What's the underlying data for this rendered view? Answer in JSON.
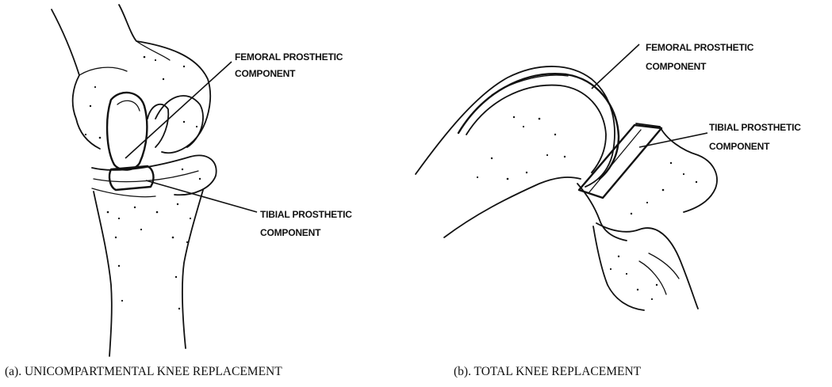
{
  "diagram": {
    "left": {
      "femoral_label_line1": "FEMORAL PROSTHETIC",
      "femoral_label_line2": "COMPONENT",
      "tibial_label_line1": "TIBIAL PROSTHETIC",
      "tibial_label_line2": "COMPONENT",
      "caption": "(a). UNICOMPARTMENTAL KNEE REPLACEMENT"
    },
    "right": {
      "femoral_label_line1": "FEMORAL PROSTHETIC",
      "femoral_label_line2": "COMPONENT",
      "tibial_label_line1": "TIBIAL PROSTHETIC",
      "tibial_label_line2": "COMPONENT",
      "caption": "(b). TOTAL KNEE REPLACEMENT"
    }
  },
  "colors": {
    "ink": "#111111",
    "background": "#ffffff"
  }
}
